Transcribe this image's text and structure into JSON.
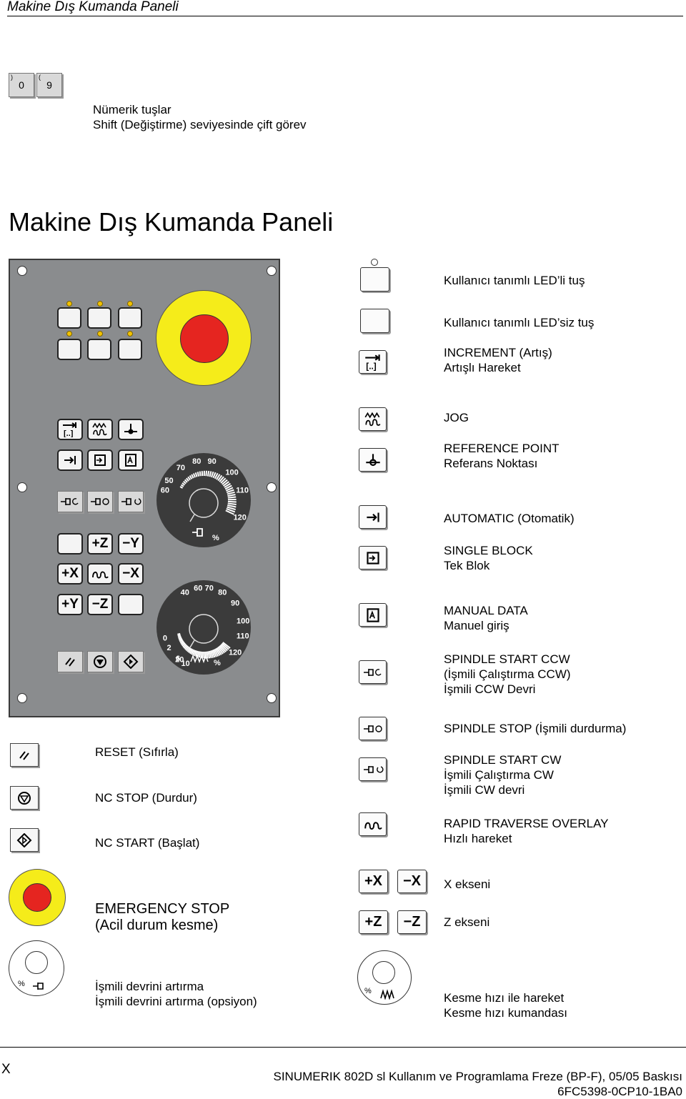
{
  "header": {
    "title": "Makine Dış Kumanda Paneli"
  },
  "numeric_keys": {
    "key_0": "0",
    "key_9": "9",
    "shift_0": ")",
    "shift_9": "(",
    "desc_line1": "Nümerik tuşlar",
    "desc_line2": "Shift (Değiştirme) seviyesinde çift görev"
  },
  "section_title": "Makine Dış Kumanda Paneli",
  "panel": {
    "spindle_dial_ticks": [
      "50",
      "60",
      "70",
      "80",
      "90",
      "100",
      "110",
      "120"
    ],
    "spindle_dial_unit": "%",
    "feed_dial_ticks": [
      "0",
      "2",
      "6",
      "10",
      "20",
      "40",
      "60",
      "70",
      "80",
      "90",
      "100",
      "110",
      "120"
    ],
    "feed_dial_unit": "%",
    "axis_keys": {
      "plus_z": "+Z",
      "minus_y": "−Y",
      "plus_x": "+X",
      "minus_x": "−X",
      "plus_y": "+Y",
      "minus_z": "−Z"
    }
  },
  "legend_right": [
    {
      "id": "user-led-key",
      "lines": [
        "Kullanıcı tanımlı LED’li tuş"
      ]
    },
    {
      "id": "user-key",
      "lines": [
        "Kullanıcı tanımlı LED’siz tuş"
      ]
    },
    {
      "id": "increment",
      "lines": [
        "INCREMENT (Artış)",
        "Artışlı Hareket"
      ]
    },
    {
      "id": "jog",
      "lines": [
        "JOG"
      ]
    },
    {
      "id": "reference-point",
      "lines": [
        "REFERENCE POINT",
        "Referans Noktası"
      ]
    },
    {
      "id": "automatic",
      "lines": [
        "AUTOMATIC (Otomatik)"
      ]
    },
    {
      "id": "single-block",
      "lines": [
        "SINGLE BLOCK",
        "Tek Blok"
      ]
    },
    {
      "id": "manual-data",
      "lines": [
        "MANUAL DATA",
        "Manuel giriş"
      ]
    },
    {
      "id": "spindle-ccw",
      "lines": [
        "SPINDLE START CCW",
        "(İşmili Çalıştırma CCW)",
        "İşmili CCW Devri"
      ]
    },
    {
      "id": "spindle-stop",
      "lines": [
        "SPINDLE STOP (İşmili durdurma)"
      ]
    },
    {
      "id": "spindle-cw",
      "lines": [
        "SPINDLE START CW",
        "İşmili Çalıştırma CW",
        "İşmili CW devri"
      ]
    },
    {
      "id": "rapid",
      "lines": [
        "RAPID TRAVERSE OVERLAY",
        "Hızlı hareket"
      ]
    },
    {
      "id": "x-axis",
      "lines": [
        "X ekseni"
      ],
      "keys": [
        "+X",
        "−X"
      ]
    },
    {
      "id": "z-axis",
      "lines": [
        "Z ekseni"
      ],
      "keys": [
        "+Z",
        "−Z"
      ]
    },
    {
      "id": "feed-override",
      "lines": [
        "Kesme hızı ile hareket",
        "Kesme hızı kumandası"
      ]
    }
  ],
  "legend_left": [
    {
      "id": "reset",
      "lines": [
        "RESET (Sıfırla)"
      ]
    },
    {
      "id": "nc-stop",
      "lines": [
        "NC STOP (Durdur)"
      ]
    },
    {
      "id": "nc-start",
      "lines": [
        "NC START (Başlat)"
      ]
    },
    {
      "id": "emergency-stop",
      "lines": [
        "EMERGENCY STOP",
        "(Acil durum kesme)"
      ]
    },
    {
      "id": "spindle-override",
      "lines": [
        "İşmili devrini artırma",
        "İşmili devrini artırma (opsiyon)"
      ]
    }
  ],
  "small_dial_unit": "%",
  "footer": {
    "page_marker": "X",
    "line1": "SINUMERIK 802D sl Kullanım ve Programlama Freze (BP-F), 05/05 Baskısı",
    "line2": "6FC5398-0CP10-1BA0"
  }
}
